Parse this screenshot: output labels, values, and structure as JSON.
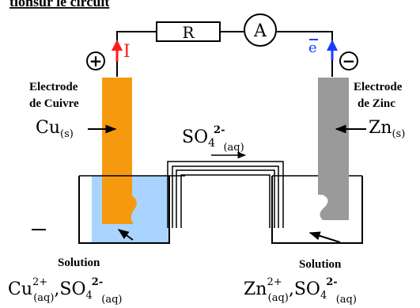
{
  "title": "tionsur le circuit",
  "circuit": {
    "resistor_label": "R",
    "ammeter_label": "A",
    "current_label": "I",
    "electron_label": "e",
    "plus_sign": "+",
    "minus_sign": "−"
  },
  "left_electrode": {
    "label_line1": "Electrode",
    "label_line2": "de Cuivre",
    "species": "Cu",
    "species_state": "(s)",
    "color": "#f59a0f"
  },
  "right_electrode": {
    "label_line1": "Electrode",
    "label_line2": "de Zinc",
    "species": "Zn",
    "species_state": "(s)",
    "color": "#9a9a9a"
  },
  "salt_bridge": {
    "ion": "SO",
    "ion_sub": "4",
    "ion_charge": "2-",
    "ion_state": "(aq)"
  },
  "left_solution": {
    "label": "Solution",
    "cation": "Cu",
    "cation_charge": "2+",
    "cation_state": "(aq)",
    "separator": ",",
    "anion": "SO",
    "anion_sub": "4",
    "anion_charge": "2-",
    "anion_state": "(aq)",
    "color": "#a8d4ff"
  },
  "right_solution": {
    "label": "Solution",
    "cation": "Zn",
    "cation_charge": "2+",
    "cation_state": "(aq)",
    "separator": ",",
    "anion": "SO",
    "anion_sub": "4",
    "anion_charge": "2-",
    "anion_state": "(aq)"
  },
  "colors": {
    "current_arrow": "#ff1a1a",
    "electron_arrow": "#1a3cff",
    "wire": "#000000"
  }
}
